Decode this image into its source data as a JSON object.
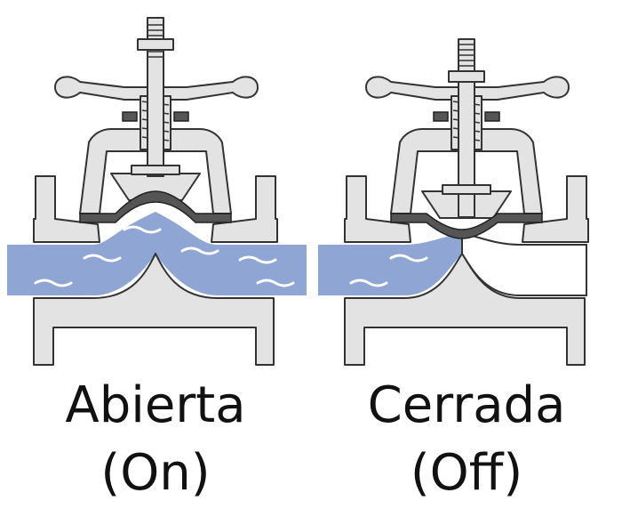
{
  "open": {
    "title": "Abierta",
    "subtitle": "(On)"
  },
  "closed": {
    "title": "Cerrada",
    "subtitle": "(Off)"
  },
  "colors": {
    "water": "#8fa5d4",
    "metal": "#e3e3e3",
    "outline": "#333333",
    "diaphragm": "#555555",
    "text": "#111111"
  }
}
